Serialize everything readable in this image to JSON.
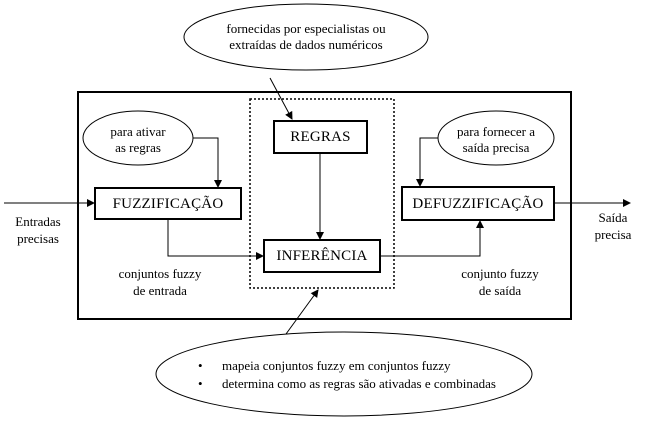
{
  "experts_note": {
    "line1": "fornecidas por especialistas ou",
    "line2": "extraídas de dados numéricos"
  },
  "activate_note": {
    "line1": "para ativar",
    "line2": "as regras"
  },
  "output_note": {
    "line1": "para fornecer a",
    "line2": "saída precisa"
  },
  "blocks": {
    "fuzzification": "FUZZIFICAÇÃO",
    "rules": "REGRAS",
    "inference": "INFERÊNCIA",
    "defuzzification": "DEFUZZIFICAÇÃO"
  },
  "labels": {
    "input_line1": "Entradas",
    "input_line2": "precisas",
    "output_line1": "Saída",
    "output_line2": "precisa",
    "fuzzy_in_line1": "conjuntos fuzzy",
    "fuzzy_in_line2": "de entrada",
    "fuzzy_out_line1": "conjunto fuzzy",
    "fuzzy_out_line2": "de saída"
  },
  "inference_note": {
    "bullet": "•",
    "item1": "mapeia conjuntos fuzzy em conjuntos fuzzy",
    "item2": "determina como as regras são ativadas e combinadas"
  }
}
